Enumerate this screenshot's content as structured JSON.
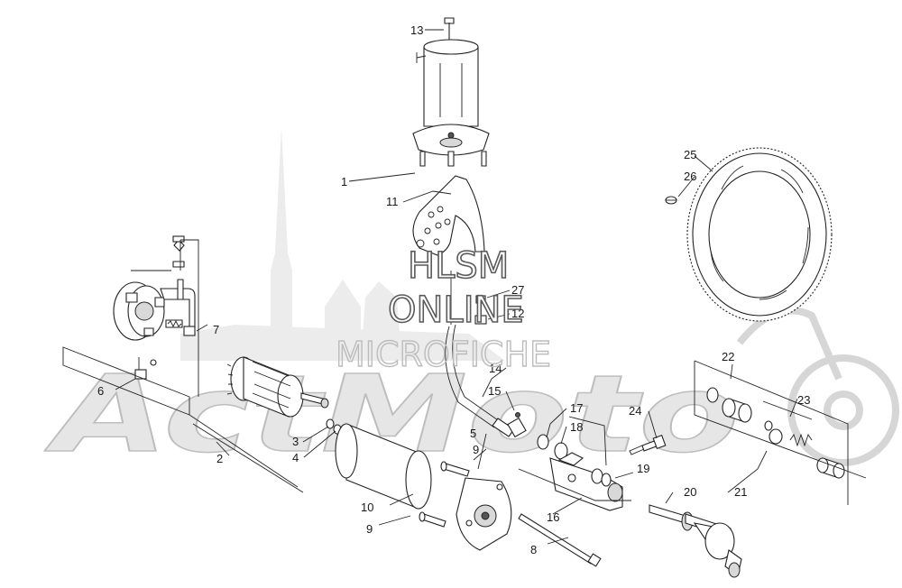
{
  "callouts": [
    "1",
    "2",
    "3",
    "4",
    "5",
    "6",
    "7",
    "8",
    "9",
    "9",
    "10",
    "11",
    "12",
    "13",
    "14",
    "15",
    "16",
    "17",
    "18",
    "19",
    "20",
    "21",
    "22",
    "23",
    "24",
    "25",
    "26",
    "27"
  ],
  "watermark": {
    "line1": "HLSM",
    "line2": "ONLINE",
    "line3": "MICROFICHE",
    "logo": "ActMoto"
  },
  "colors": {
    "line": "#222222",
    "watermark_bg": "#e6e6e6",
    "background": "#ffffff"
  }
}
